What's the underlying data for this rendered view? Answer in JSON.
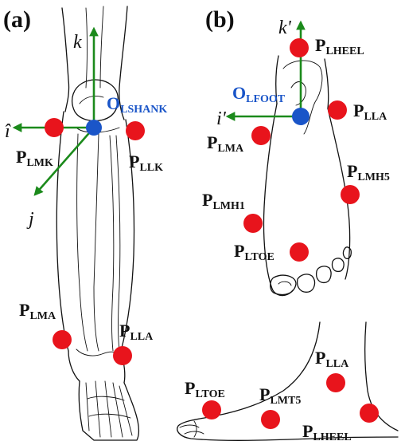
{
  "panels": {
    "a": {
      "label": "(a)"
    },
    "b": {
      "label": "(b)"
    }
  },
  "panel_a": {
    "axes": {
      "k": "k",
      "i": "î",
      "j": "j"
    },
    "origin": {
      "main": "O",
      "sub": "LSHANK"
    },
    "markers": {
      "lmk": {
        "main": "P",
        "sub": "LMK"
      },
      "llk": {
        "main": "P",
        "sub": "LLK"
      },
      "lma": {
        "main": "P",
        "sub": "LMA"
      },
      "lla": {
        "main": "P",
        "sub": "LLA"
      }
    }
  },
  "panel_b_top": {
    "axes": {
      "k": "k'",
      "i": "i'"
    },
    "origin": {
      "main": "O",
      "sub": "LFOOT"
    },
    "markers": {
      "lheel": {
        "main": "P",
        "sub": "LHEEL"
      },
      "lla": {
        "main": "P",
        "sub": "LLA"
      },
      "lma": {
        "main": "P",
        "sub": "LMA"
      },
      "lmh5": {
        "main": "P",
        "sub": "LMH5"
      },
      "lmh1": {
        "main": "P",
        "sub": "LMH1"
      },
      "ltoe": {
        "main": "P",
        "sub": "LTOE"
      }
    }
  },
  "panel_b_side": {
    "markers": {
      "lla": {
        "main": "P",
        "sub": "LLA"
      },
      "ltoe": {
        "main": "P",
        "sub": "LTOE"
      },
      "lmt5": {
        "main": "P",
        "sub": "LMT5"
      },
      "lheel": {
        "main": "P",
        "sub": "LHEEL"
      }
    }
  },
  "colors": {
    "marker": "#e8141c",
    "origin": "#1a55c8",
    "axis": "#1b8a1b",
    "outline": "#111111"
  }
}
